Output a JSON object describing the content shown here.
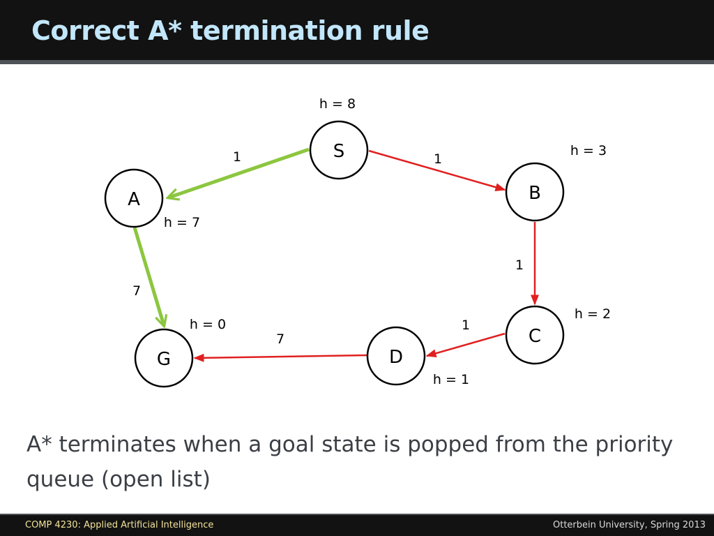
{
  "slide": {
    "title": "Correct A* termination rule",
    "body": "A* terminates when a goal state is popped from the priority queue (open list)"
  },
  "footer": {
    "left": "COMP 4230: Applied Artificial Intelligence",
    "right": "Otterbein University, Spring 2013"
  },
  "colors": {
    "title": "#c2e6fa",
    "highlight_edge": "#8cc63f",
    "edge": "#e02020",
    "footer_left": "#f2e29a"
  },
  "graph": {
    "nodes": [
      {
        "id": "S",
        "label": "S",
        "h_label": "h = 8"
      },
      {
        "id": "A",
        "label": "A",
        "h_label": "h = 7"
      },
      {
        "id": "B",
        "label": "B",
        "h_label": "h = 3"
      },
      {
        "id": "C",
        "label": "C",
        "h_label": "h = 2"
      },
      {
        "id": "D",
        "label": "D",
        "h_label": "h = 1"
      },
      {
        "id": "G",
        "label": "G",
        "h_label": "h = 0"
      }
    ],
    "edges": [
      {
        "from": "S",
        "to": "A",
        "cost": "1",
        "color": "green"
      },
      {
        "from": "A",
        "to": "G",
        "cost": "7",
        "color": "green"
      },
      {
        "from": "S",
        "to": "B",
        "cost": "1",
        "color": "red"
      },
      {
        "from": "B",
        "to": "C",
        "cost": "1",
        "color": "red"
      },
      {
        "from": "C",
        "to": "D",
        "cost": "1",
        "color": "red"
      },
      {
        "from": "D",
        "to": "G",
        "cost": "7",
        "color": "red"
      }
    ]
  }
}
